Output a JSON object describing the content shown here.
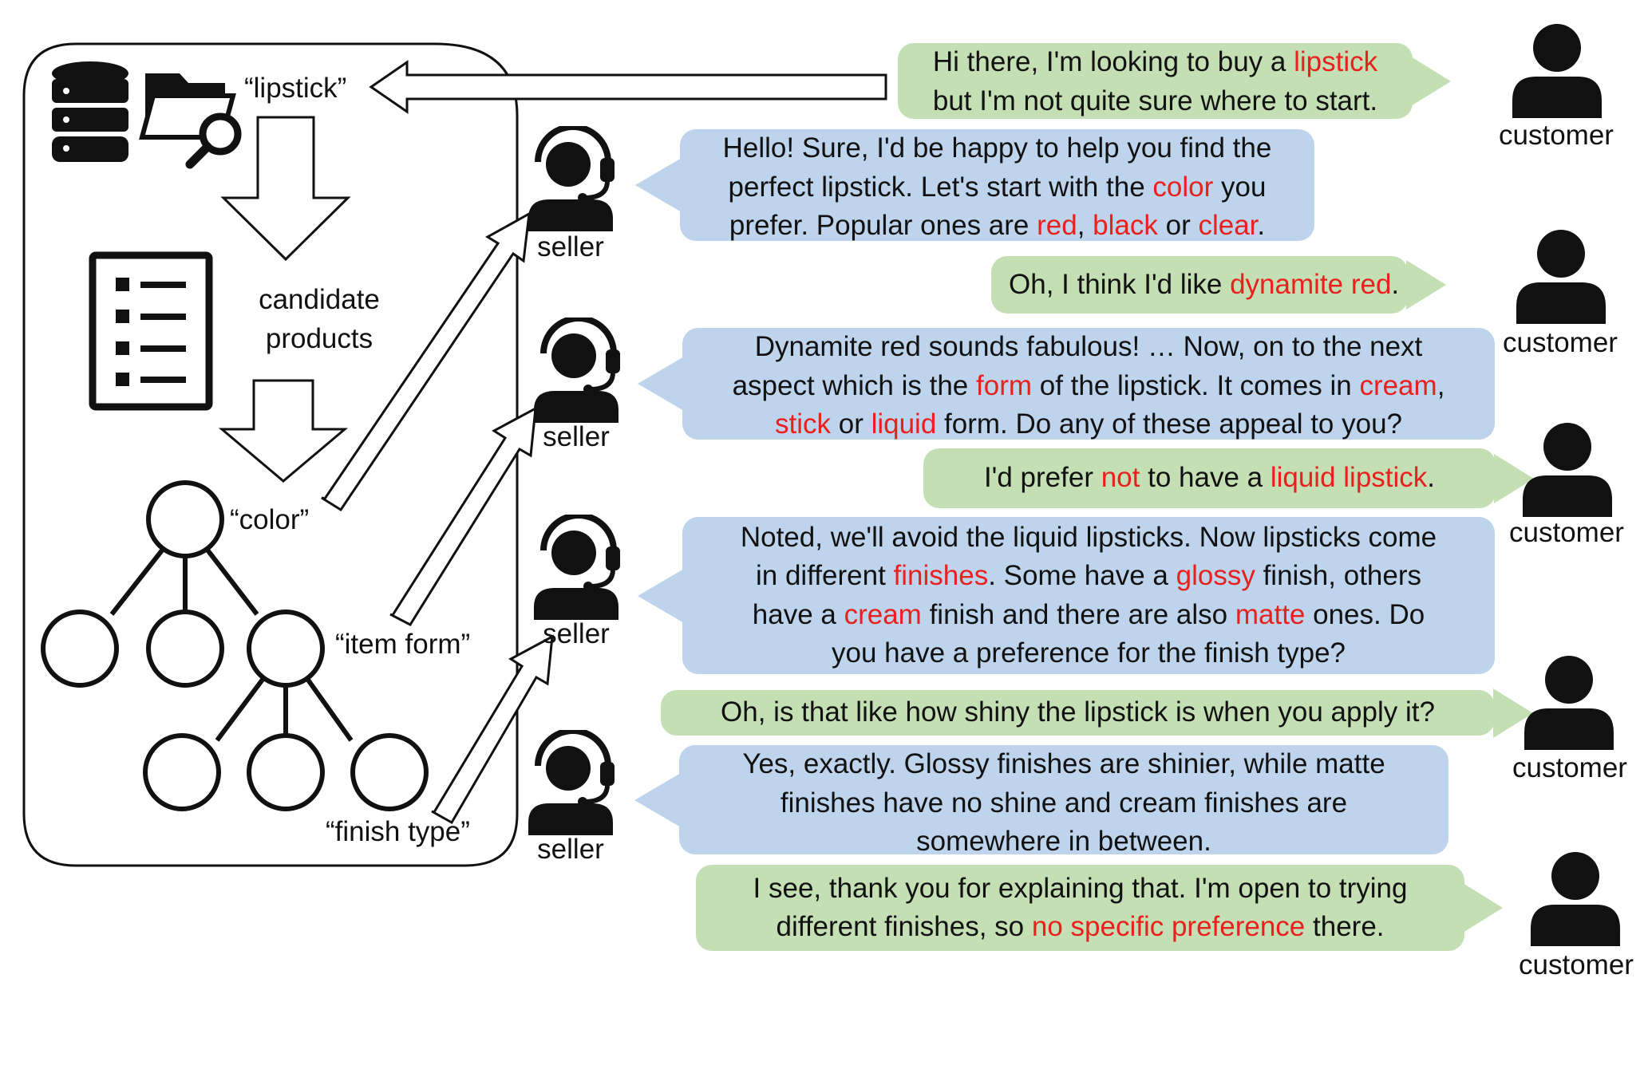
{
  "highlight_color": "#e8201e",
  "customer_bubble_color": "#c5dfb4",
  "seller_bubble_color": "#bed4ec",
  "labels": {
    "query": "“lipstick”",
    "candidate_line1": "candidate",
    "candidate_line2": "products",
    "attr_color": "“color”",
    "attr_item_form": "“item form”",
    "attr_finish_type": "“finish type”"
  },
  "roles": {
    "customer": "customer",
    "seller": "seller"
  },
  "icons": {
    "database": "database-icon",
    "folder_search": "folder-search-icon",
    "checklist": "checklist-icon",
    "seller_avatar": "seller-headset-icon",
    "customer_avatar": "customer-person-icon"
  },
  "dialogue": [
    {
      "speaker": "customer",
      "lines": [
        [
          {
            "t": "Hi there, I'm looking to buy a "
          },
          {
            "t": "lipstick",
            "h": true
          }
        ],
        [
          {
            "t": "but I'm not quite sure where to start."
          }
        ]
      ]
    },
    {
      "speaker": "seller",
      "lines": [
        [
          {
            "t": "Hello! Sure, I'd be happy to help you find the"
          }
        ],
        [
          {
            "t": "perfect lipstick. Let's start with the "
          },
          {
            "t": "color",
            "h": true
          },
          {
            "t": " you"
          }
        ],
        [
          {
            "t": "prefer. Popular ones are "
          },
          {
            "t": "red",
            "h": true
          },
          {
            "t": ", "
          },
          {
            "t": "black",
            "h": true
          },
          {
            "t": " or "
          },
          {
            "t": "clear",
            "h": true
          },
          {
            "t": "."
          }
        ]
      ]
    },
    {
      "speaker": "customer",
      "lines": [
        [
          {
            "t": "Oh, I think I'd like "
          },
          {
            "t": "dynamite red",
            "h": true
          },
          {
            "t": "."
          }
        ]
      ]
    },
    {
      "speaker": "seller",
      "lines": [
        [
          {
            "t": "Dynamite red sounds fabulous! … Now, on to the next"
          }
        ],
        [
          {
            "t": "aspect which is the "
          },
          {
            "t": "form",
            "h": true
          },
          {
            "t": " of the lipstick. It comes in "
          },
          {
            "t": "cream",
            "h": true
          },
          {
            "t": ","
          }
        ],
        [
          {
            "t": "stick",
            "h": true
          },
          {
            "t": " or "
          },
          {
            "t": "liquid",
            "h": true
          },
          {
            "t": " form. Do any of these appeal to you?"
          }
        ]
      ]
    },
    {
      "speaker": "customer",
      "lines": [
        [
          {
            "t": "I'd prefer "
          },
          {
            "t": "not",
            "h": true
          },
          {
            "t": " to have a "
          },
          {
            "t": "liquid lipstick",
            "h": true
          },
          {
            "t": "."
          }
        ]
      ]
    },
    {
      "speaker": "seller",
      "lines": [
        [
          {
            "t": "Noted, we'll avoid the liquid lipsticks. Now lipsticks come"
          }
        ],
        [
          {
            "t": "in different "
          },
          {
            "t": "finishes",
            "h": true
          },
          {
            "t": ". Some have a "
          },
          {
            "t": "glossy",
            "h": true
          },
          {
            "t": " finish, others"
          }
        ],
        [
          {
            "t": "have a "
          },
          {
            "t": "cream",
            "h": true
          },
          {
            "t": " finish and there are also "
          },
          {
            "t": "matte",
            "h": true
          },
          {
            "t": " ones. Do"
          }
        ],
        [
          {
            "t": "you have a preference for the finish type?"
          }
        ]
      ]
    },
    {
      "speaker": "customer",
      "lines": [
        [
          {
            "t": "Oh, is that like how shiny the lipstick is when you apply it?"
          }
        ]
      ]
    },
    {
      "speaker": "seller",
      "lines": [
        [
          {
            "t": "Yes, exactly. Glossy finishes are shinier, while matte"
          }
        ],
        [
          {
            "t": "finishes have no shine and cream finishes are"
          }
        ],
        [
          {
            "t": "somewhere in between."
          }
        ]
      ]
    },
    {
      "speaker": "customer",
      "lines": [
        [
          {
            "t": "I see, thank you for explaining that. I'm open to trying"
          }
        ],
        [
          {
            "t": "different finishes, so "
          },
          {
            "t": "no specific preference",
            "h": true
          },
          {
            "t": " there."
          }
        ]
      ]
    }
  ]
}
